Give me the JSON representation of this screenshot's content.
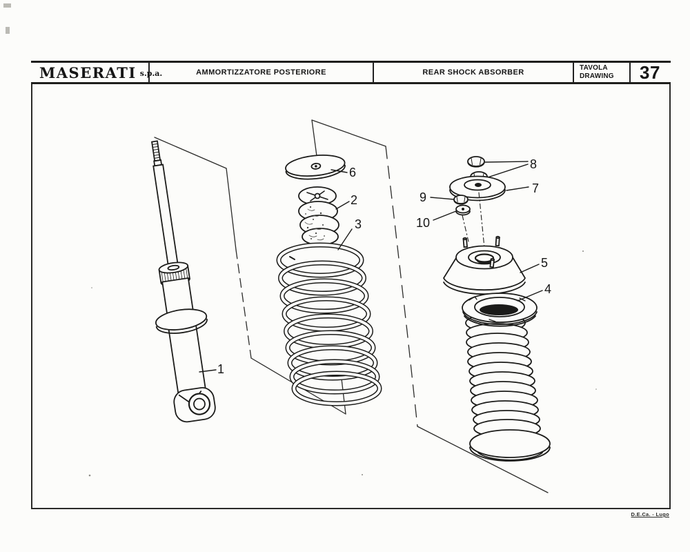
{
  "header": {
    "brand": "MASERATI",
    "brand_suffix": "s.p.a.",
    "title_italian": "AMMORTIZZATORE POSTERIORE",
    "title_english": "REAR SHOCK ABSORBER",
    "plate_word_italian": "TAVOLA",
    "plate_word_english": "DRAWING",
    "plate_number": "37"
  },
  "diagram": {
    "description": "Exploded view of rear shock absorber assembly",
    "part_labels": [
      "1",
      "2",
      "3",
      "4",
      "5",
      "6",
      "7",
      "8",
      "9",
      "10"
    ]
  },
  "footer": {
    "credit": "D.E.Ca. - Lugo"
  }
}
